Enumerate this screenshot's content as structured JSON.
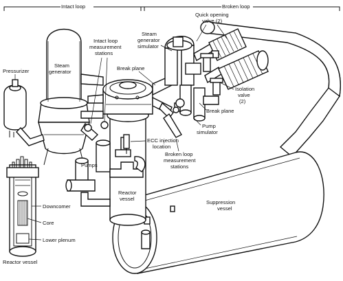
{
  "labels": {
    "intact_loop": "Intact loop",
    "broken_loop": "Broken loop",
    "quick_valve_1": "Quick opening",
    "quick_valve_2": "valve (2)",
    "sg_sim_1": "Steam",
    "sg_sim_2": "generator",
    "sg_sim_3": "simulator",
    "intact_meas_1": "Intact loop",
    "intact_meas_2": "measurement",
    "intact_meas_3": "stations",
    "pressurizer": "Pressurizer",
    "steam_gen_1": "Steam",
    "steam_gen_2": "generator",
    "break_plane_upper": "Break plane",
    "isolation_1": "Isolation",
    "isolation_2": "valve",
    "isolation_3": "(2)",
    "break_plane_lower": "Break plane",
    "pump_sim_1": "Pump",
    "pump_sim_2": "simulator",
    "ecc_1": "ECC injection",
    "ecc_2": "location",
    "broken_meas_1": "Broken loop",
    "broken_meas_2": "measurement",
    "broken_meas_3": "stations",
    "pumps": "Pumps",
    "reactor_1": "Reactor",
    "reactor_2": "vessel",
    "supp_1": "Suppression",
    "supp_2": "vessel",
    "downcomer": "Downcomer",
    "core": "Core",
    "lower_plenum": "Lower plenum",
    "reactor_vessel_caption": "Reactor vessel"
  }
}
